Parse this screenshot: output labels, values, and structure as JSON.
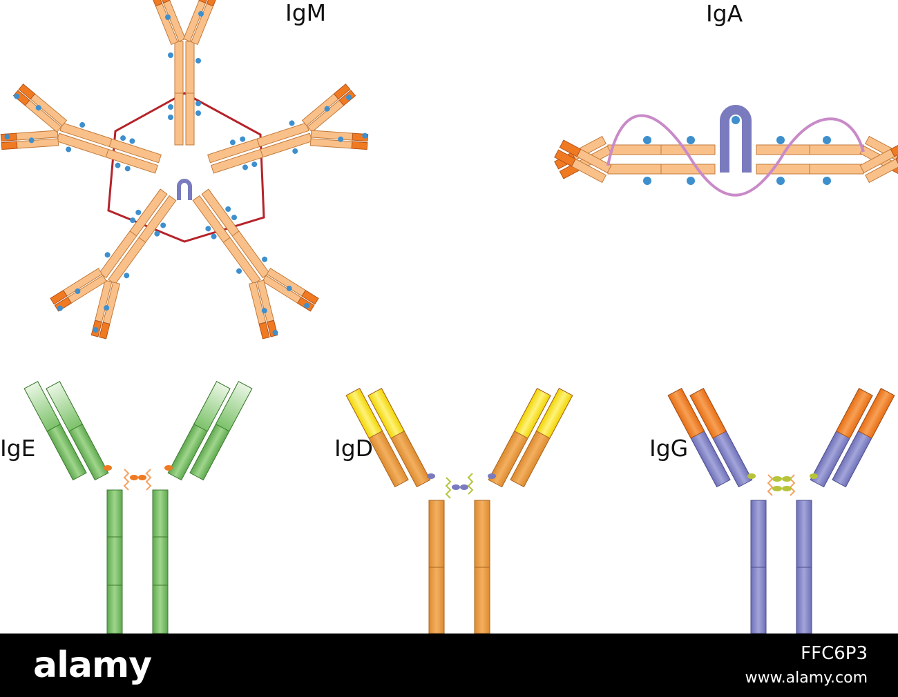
{
  "labels": {
    "igm": "IgM",
    "iga": "IgA",
    "ige": "IgE",
    "igd": "IgD",
    "igg": "IgG"
  },
  "footer": {
    "brand": "alamy",
    "image_id": "FFC6P3",
    "url": "www.alamy.com"
  },
  "colors": {
    "domain_light": "#f9c08a",
    "domain_tip": "#f07a22",
    "glycan_dot": "#3d8fce",
    "j_chain": "#7a7bbf",
    "disulfide_ring": "#b5232a",
    "secretory": "#c98ac8",
    "ige_green": "#7cc26a",
    "igd_orange": "#e99a3e",
    "igd_yellow": "#f6e11c",
    "igg_violet": "#8082c4",
    "igg_orange": "#f07e24",
    "hinge_zigzag": "#f4a261",
    "hinge_green": "#b7c43a"
  }
}
